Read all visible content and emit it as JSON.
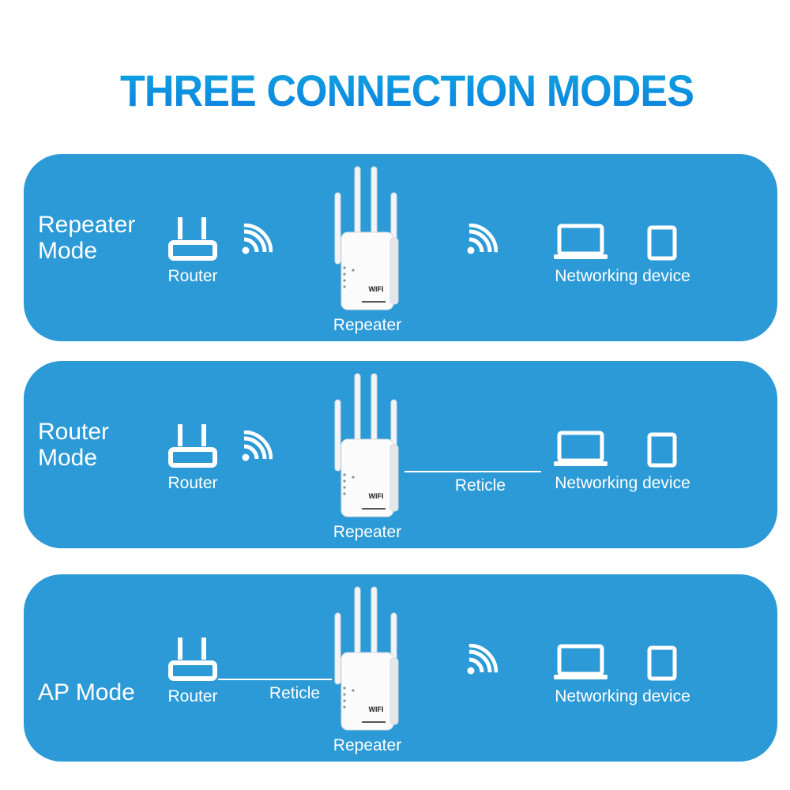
{
  "title": "THREE CONNECTION MODES",
  "colors": {
    "panel": "#2b9ad6",
    "title": "#0a8fe0"
  },
  "panels": [
    {
      "mode_line1": "Repeater",
      "mode_line2": "Mode",
      "router": "Router",
      "repeater": "Repeater",
      "device": "Networking device",
      "reticle": ""
    },
    {
      "mode_line1": "Router",
      "mode_line2": "Mode",
      "router": "Router",
      "repeater": "Repeater",
      "device": "Networking device",
      "reticle": "Reticle"
    },
    {
      "mode_line1": "AP Mode",
      "mode_line2": "",
      "router": "Router",
      "repeater": "Repeater",
      "device": "Networking device",
      "reticle": "Reticle"
    }
  ],
  "device_brand": "WIFI"
}
